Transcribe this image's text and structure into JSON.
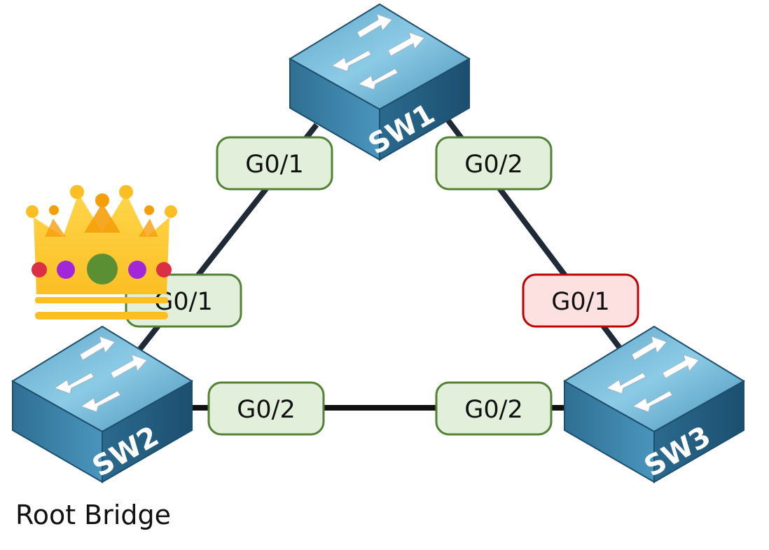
{
  "diagram": {
    "switches": {
      "sw1": {
        "label": "SW1"
      },
      "sw2": {
        "label": "SW2"
      },
      "sw3": {
        "label": "SW3"
      }
    },
    "ports": {
      "sw1_g0_1": {
        "label": "G0/1",
        "state": "forwarding"
      },
      "sw1_g0_2": {
        "label": "G0/2",
        "state": "forwarding"
      },
      "sw2_g0_1": {
        "label": "G0/1",
        "state": "forwarding"
      },
      "sw2_g0_2": {
        "label": "G0/2",
        "state": "forwarding"
      },
      "sw3_g0_1": {
        "label": "G0/1",
        "state": "blocking"
      },
      "sw3_g0_2": {
        "label": "G0/2",
        "state": "forwarding"
      }
    },
    "root_bridge_caption": "Root Bridge",
    "root_bridge_icon": "crown-icon",
    "switch_icon": "switch-icon",
    "colors": {
      "forwarding_fill": "#e2efda",
      "forwarding_stroke": "#538135",
      "blocking_fill": "#fde0e0",
      "blocking_stroke": "#c00000",
      "link": "#1f2a36",
      "switch_top": "#7fc1df",
      "switch_front": "#3a87ad",
      "switch_side": "#1f5d80"
    }
  }
}
